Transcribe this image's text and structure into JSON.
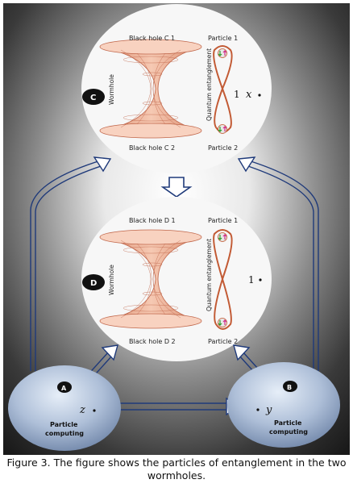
{
  "top_panel": {
    "badge": "C",
    "black_hole_top": "Black hole C 1",
    "black_hole_bottom": "Black hole C 2",
    "wormhole": "Wormhole",
    "particle_top": "Particle 1",
    "particle_bottom": "Particle 2",
    "entanglement": "Quantum entanglement",
    "count": "1",
    "var": "x"
  },
  "bottom_panel": {
    "badge": "D",
    "black_hole_top": "Black hole D 1",
    "black_hole_bottom": "Black hole D 2",
    "wormhole": "Wormhole",
    "particle_top": "Particle 1",
    "particle_bottom": "Particle 2",
    "entanglement": "Quantum entanglement",
    "count": "1"
  },
  "node_a": {
    "badge": "A",
    "var": "z",
    "label_line1": "Particle",
    "label_line2": "computing"
  },
  "node_b": {
    "badge": "B",
    "var": "y",
    "label_line1": "Particle",
    "label_line2": "computing"
  },
  "caption": "Figure 3. The figure shows the particles of entanglement in the two wormholes.",
  "colors": {
    "arrow": "#1f3a7a",
    "wormhole_fill": "#f2b9a0",
    "wormhole_line": "#c0664a",
    "entangle_loop": "#c25a34",
    "node_fill": "#a9bcd6"
  }
}
